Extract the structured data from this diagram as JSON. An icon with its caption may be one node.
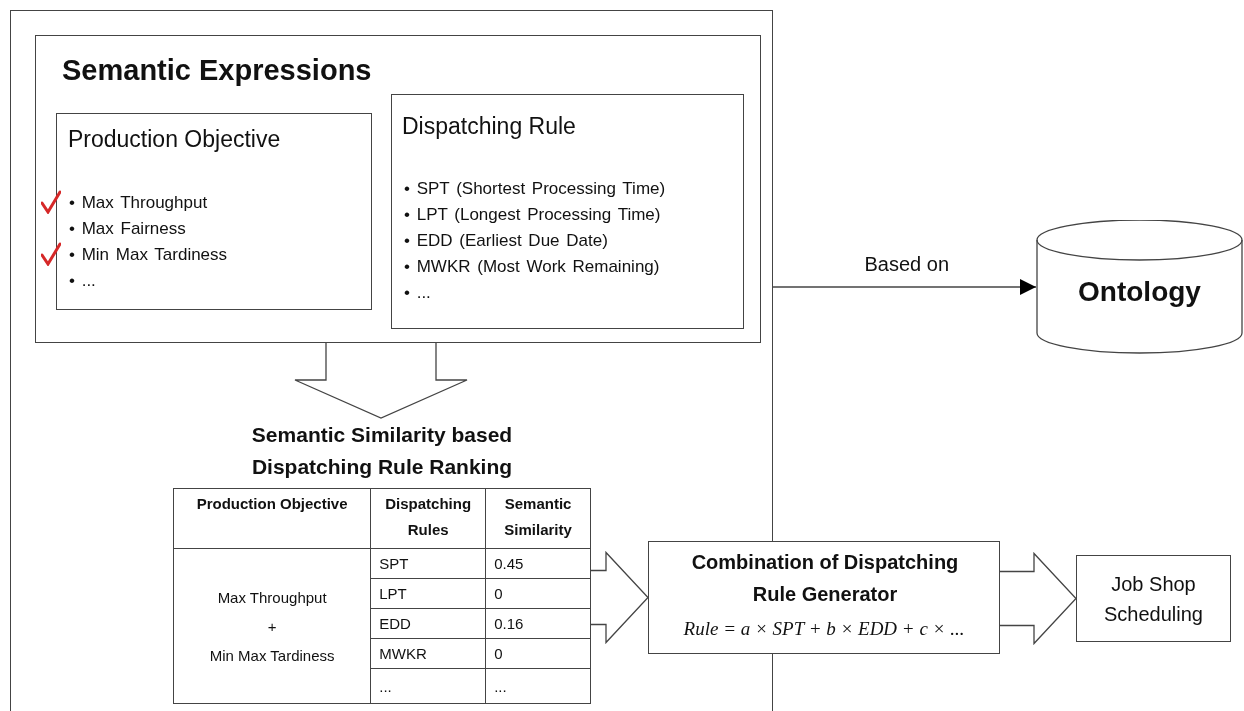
{
  "diagram": {
    "nodes": [
      {
        "text": [],
        "shape": "box"
      },
      {
        "text": [
          "Semantic Expressions"
        ],
        "in": 0
      },
      {
        "text": [
          "Production Objective",
          "• Max Throughput",
          "• Max Fairness",
          "• Min Max Tardiness",
          "• ..."
        ],
        "in": 1
      },
      {
        "text": [
          "Dispatching Rule",
          "• SPT (Shortest Processing Time)",
          "• LPT (Longest Processing Time)",
          "• EDD (Earliest Due Date)",
          "• MWKR (Most Work Remaining)",
          "• ..."
        ],
        "in": 1
      },
      {
        "text": [
          "Semantic Similarity based Dispatching Rule Ranking"
        ],
        "in": 0
      },
      {
        "text": [
          "Combination of Dispatching Rule Generator",
          "Rule = a × SPT + b × EDD + c × ..."
        ]
      },
      {
        "text": [
          "Job Shop Scheduling"
        ]
      },
      {
        "text": [
          "Ontology"
        ]
      }
    ],
    "edges": [
      {
        "from": 1,
        "to": 4,
        "arrow": "to",
        "style": "thick"
      },
      {
        "from": 4,
        "to": 5,
        "arrow": "to",
        "style": "thick"
      },
      {
        "from": 5,
        "to": 6,
        "arrow": "to",
        "style": "thick"
      },
      {
        "from": 0,
        "to": 7,
        "arrow": "to",
        "label": "Based on"
      }
    ],
    "labels": [
      "Production Objective",
      "Dispatching Rules",
      "Semantic Similarity",
      "Max Throughput",
      "+",
      "Min Max Tardiness",
      "SPT",
      "0.45",
      "LPT",
      "0",
      "EDD",
      "0.16",
      "MWKR",
      "0",
      "...",
      "..."
    ]
  }
}
